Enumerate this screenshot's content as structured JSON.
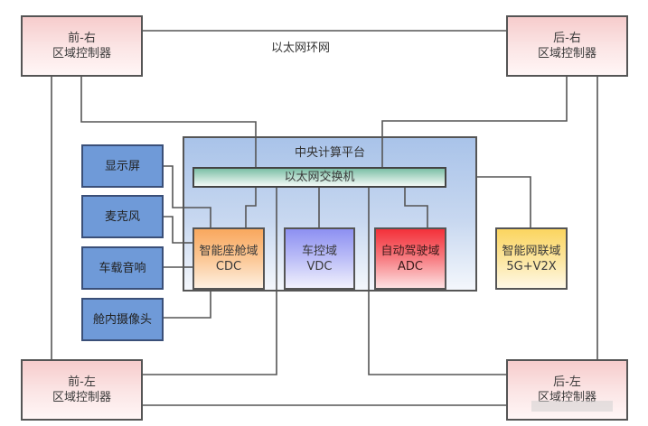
{
  "diagram": {
    "ring_label": "以太网环网",
    "zones": {
      "front_right": {
        "line1": "前-右",
        "line2": "区域控制器"
      },
      "rear_right": {
        "line1": "后-右",
        "line2": "区域控制器"
      },
      "front_left": {
        "line1": "前-左",
        "line2": "区域控制器"
      },
      "rear_left": {
        "line1": "后-左",
        "line2": "区域控制器"
      }
    },
    "central_platform": {
      "title": "中央计算平台",
      "switch": "以太网交换机",
      "domains": [
        {
          "name": "智能座舱域",
          "code": "CDC",
          "color": "#f9a85e"
        },
        {
          "name": "车控域",
          "code": "VDC",
          "color": "#8d90f2"
        },
        {
          "name": "自动驾驶域",
          "code": "ADC",
          "color": "#f3313a"
        }
      ]
    },
    "connectivity_domain": {
      "name": "智能网联域",
      "code": "5G+V2X",
      "color": "#fbd560"
    },
    "peripherals": [
      "显示屏",
      "麦克风",
      "车载音响",
      "舱内摄像头"
    ],
    "colors": {
      "zone_fill": "#f6cccc",
      "peripheral_fill": "#6f9ad8",
      "platform_fill": "#a9c3e9",
      "switch_fill": "#7cbfa6",
      "line": "#555555"
    }
  }
}
